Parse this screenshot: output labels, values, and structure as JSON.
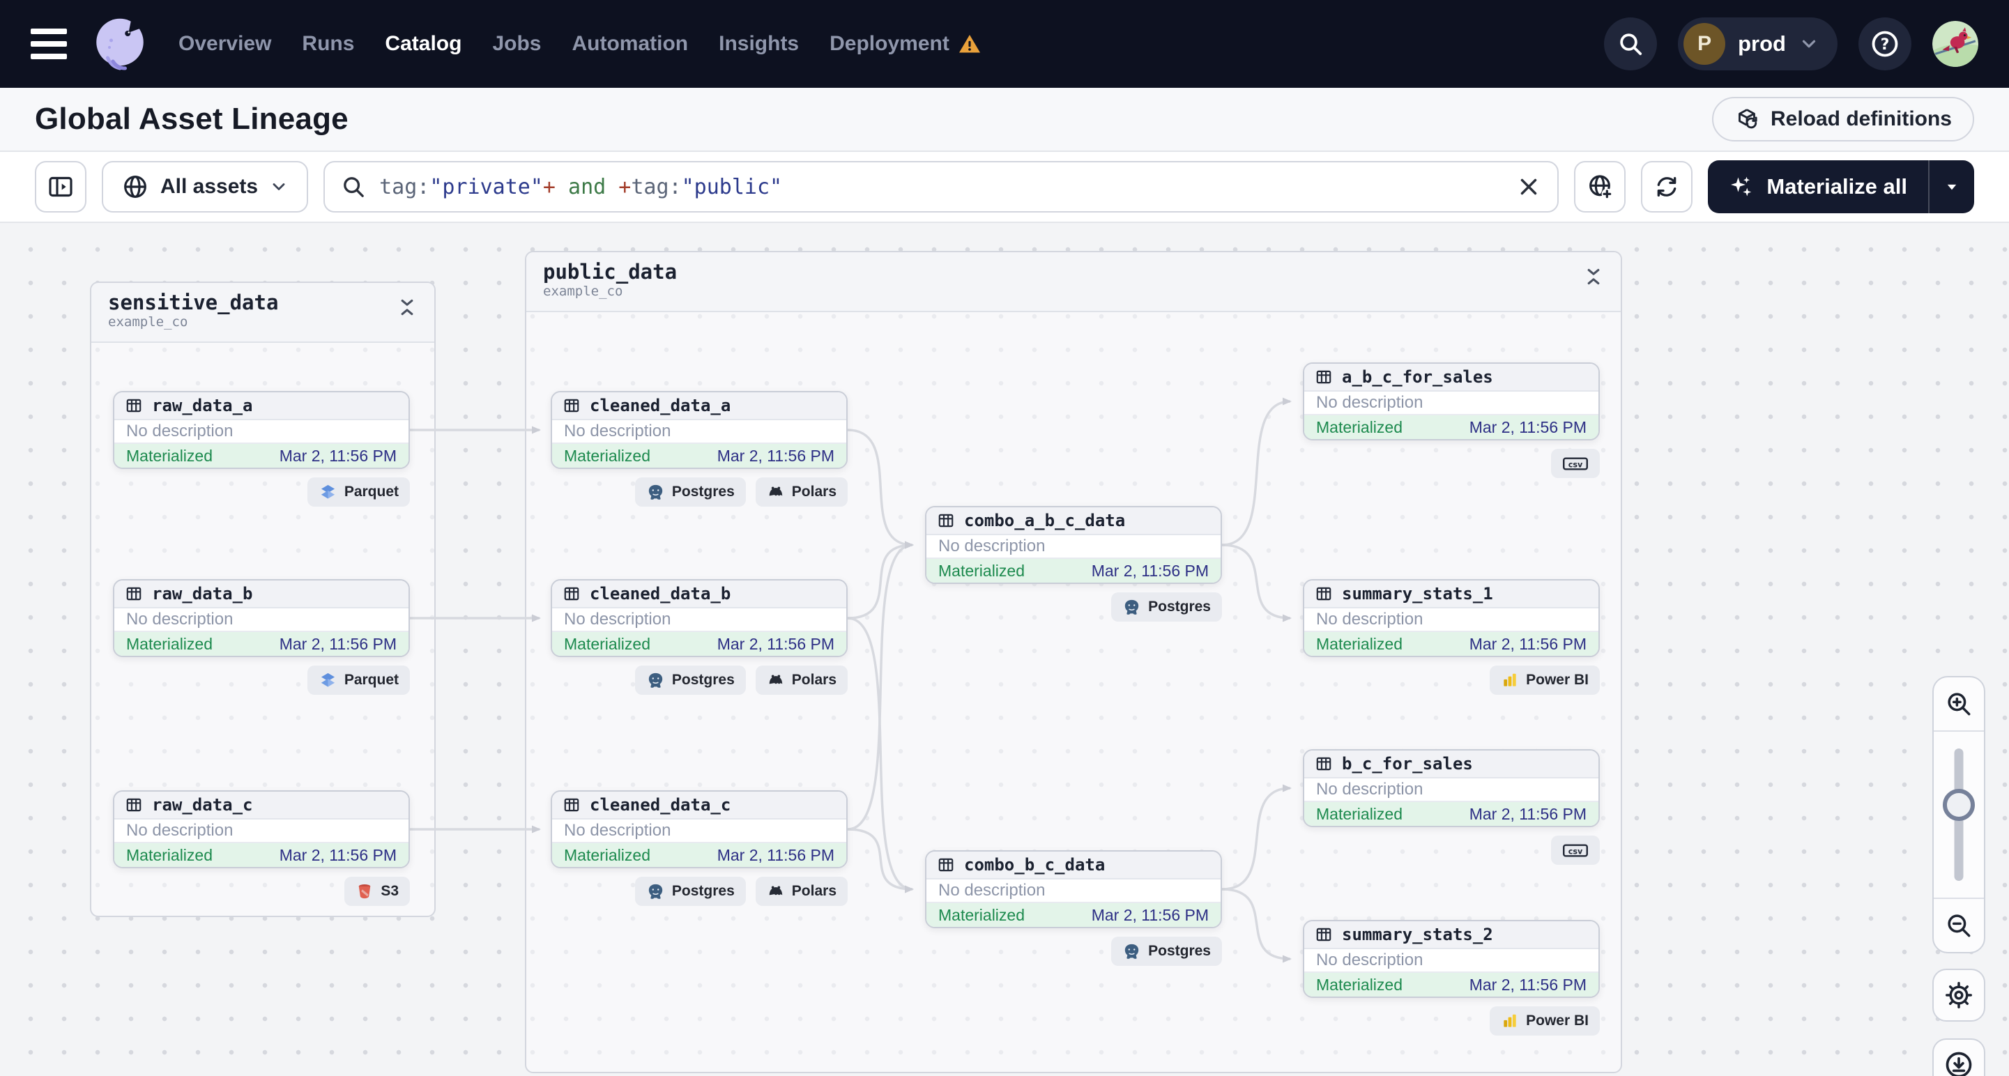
{
  "nav": {
    "items": [
      {
        "label": "Overview",
        "active": false,
        "warning": false
      },
      {
        "label": "Runs",
        "active": false,
        "warning": false
      },
      {
        "label": "Catalog",
        "active": true,
        "warning": false
      },
      {
        "label": "Jobs",
        "active": false,
        "warning": false
      },
      {
        "label": "Automation",
        "active": false,
        "warning": false
      },
      {
        "label": "Insights",
        "active": false,
        "warning": false
      },
      {
        "label": "Deployment",
        "active": false,
        "warning": true
      }
    ],
    "environment": {
      "initial": "P",
      "name": "prod"
    }
  },
  "header": {
    "title": "Global Asset Lineage",
    "reload_button": "Reload definitions"
  },
  "filterbar": {
    "scope_label": "All assets",
    "materialize_label": "Materialize all",
    "query_segments": [
      {
        "text": "tag:",
        "color": "#5b6578"
      },
      {
        "text": "\"private\"",
        "color": "#2c3a8c"
      },
      {
        "text": "+",
        "color": "#a33d2a"
      },
      {
        "text": " and ",
        "color": "#3d7a47"
      },
      {
        "text": "+",
        "color": "#a33d2a"
      },
      {
        "text": "tag:",
        "color": "#5b6578"
      },
      {
        "text": "\"public\"",
        "color": "#2c3a8c"
      }
    ]
  },
  "canvas": {
    "groups": [
      {
        "id": "sensitive_data",
        "title": "sensitive_data",
        "subtitle": "example_co",
        "nodes": [
          {
            "id": "raw_data_a",
            "name": "raw_data_a",
            "description": "No description",
            "status": "Materialized",
            "timestamp": "Mar 2, 11:56 PM",
            "badges": [
              {
                "kind": "parquet",
                "label": "Parquet"
              }
            ]
          },
          {
            "id": "raw_data_b",
            "name": "raw_data_b",
            "description": "No description",
            "status": "Materialized",
            "timestamp": "Mar 2, 11:56 PM",
            "badges": [
              {
                "kind": "parquet",
                "label": "Parquet"
              }
            ]
          },
          {
            "id": "raw_data_c",
            "name": "raw_data_c",
            "description": "No description",
            "status": "Materialized",
            "timestamp": "Mar 2, 11:56 PM",
            "badges": [
              {
                "kind": "s3",
                "label": "S3"
              }
            ]
          }
        ]
      },
      {
        "id": "public_data",
        "title": "public_data",
        "subtitle": "example_co",
        "nodes": [
          {
            "id": "cleaned_data_a",
            "name": "cleaned_data_a",
            "description": "No description",
            "status": "Materialized",
            "timestamp": "Mar 2, 11:56 PM",
            "badges": [
              {
                "kind": "postgres",
                "label": "Postgres"
              },
              {
                "kind": "polars",
                "label": "Polars"
              }
            ]
          },
          {
            "id": "cleaned_data_b",
            "name": "cleaned_data_b",
            "description": "No description",
            "status": "Materialized",
            "timestamp": "Mar 2, 11:56 PM",
            "badges": [
              {
                "kind": "postgres",
                "label": "Postgres"
              },
              {
                "kind": "polars",
                "label": "Polars"
              }
            ]
          },
          {
            "id": "cleaned_data_c",
            "name": "cleaned_data_c",
            "description": "No description",
            "status": "Materialized",
            "timestamp": "Mar 2, 11:56 PM",
            "badges": [
              {
                "kind": "postgres",
                "label": "Postgres"
              },
              {
                "kind": "polars",
                "label": "Polars"
              }
            ]
          },
          {
            "id": "combo_a_b_c_data",
            "name": "combo_a_b_c_data",
            "description": "No description",
            "status": "Materialized",
            "timestamp": "Mar 2, 11:56 PM",
            "badges": [
              {
                "kind": "postgres",
                "label": "Postgres"
              }
            ]
          },
          {
            "id": "combo_b_c_data",
            "name": "combo_b_c_data",
            "description": "No description",
            "status": "Materialized",
            "timestamp": "Mar 2, 11:56 PM",
            "badges": [
              {
                "kind": "postgres",
                "label": "Postgres"
              }
            ]
          },
          {
            "id": "a_b_c_for_sales",
            "name": "a_b_c_for_sales",
            "description": "No description",
            "status": "Materialized",
            "timestamp": "Mar 2, 11:56 PM",
            "badges": [
              {
                "kind": "csv",
                "label": ""
              }
            ]
          },
          {
            "id": "summary_stats_1",
            "name": "summary_stats_1",
            "description": "No description",
            "status": "Materialized",
            "timestamp": "Mar 2, 11:56 PM",
            "badges": [
              {
                "kind": "powerbi",
                "label": "Power BI"
              }
            ]
          },
          {
            "id": "b_c_for_sales",
            "name": "b_c_for_sales",
            "description": "No description",
            "status": "Materialized",
            "timestamp": "Mar 2, 11:56 PM",
            "badges": [
              {
                "kind": "csv",
                "label": ""
              }
            ]
          },
          {
            "id": "summary_stats_2",
            "name": "summary_stats_2",
            "description": "No description",
            "status": "Materialized",
            "timestamp": "Mar 2, 11:56 PM",
            "badges": [
              {
                "kind": "powerbi",
                "label": "Power BI"
              }
            ]
          }
        ]
      }
    ],
    "edges": [
      [
        "raw_data_a",
        "cleaned_data_a"
      ],
      [
        "raw_data_b",
        "cleaned_data_b"
      ],
      [
        "raw_data_c",
        "cleaned_data_c"
      ],
      [
        "cleaned_data_a",
        "combo_a_b_c_data"
      ],
      [
        "cleaned_data_b",
        "combo_a_b_c_data"
      ],
      [
        "cleaned_data_c",
        "combo_a_b_c_data"
      ],
      [
        "cleaned_data_b",
        "combo_b_c_data"
      ],
      [
        "cleaned_data_c",
        "combo_b_c_data"
      ],
      [
        "combo_a_b_c_data",
        "a_b_c_for_sales"
      ],
      [
        "combo_a_b_c_data",
        "summary_stats_1"
      ],
      [
        "combo_b_c_data",
        "b_c_for_sales"
      ],
      [
        "combo_b_c_data",
        "summary_stats_2"
      ]
    ]
  },
  "controls": {
    "icons": [
      "zoom-in-icon",
      "zoom-slider",
      "zoom-out-icon",
      "settings-icon",
      "download-icon"
    ]
  },
  "colors": {
    "nav_bg": "#0d1120",
    "nav_active": "#ffffff",
    "nav_inactive": "#8f96ab",
    "warning": "#e9a13b",
    "accent_dark": "#141a2e",
    "status_green": "#1d8a4e",
    "status_bg": "#e3f4e9",
    "timestamp_indigo": "#2d2f85",
    "edge": "#d7d9df",
    "canvas_bg": "#f3f4f6"
  }
}
